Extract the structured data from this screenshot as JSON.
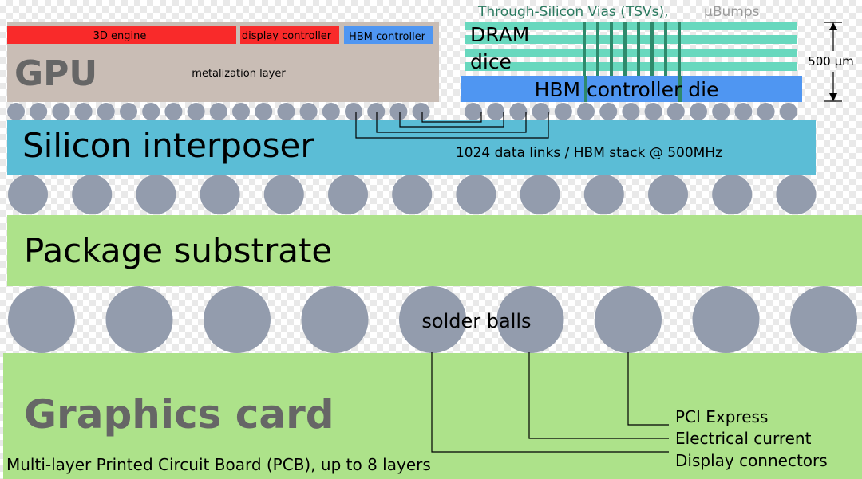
{
  "gpu": {
    "label": "GPU",
    "metal_label": "metalization layer",
    "units": [
      {
        "label": "3D engine",
        "color": "#f92a2a"
      },
      {
        "label": "display controller",
        "color": "#f92a2a"
      },
      {
        "label": "HBM controller",
        "color": "#4f96f2"
      }
    ]
  },
  "hbm": {
    "tsv_label": "Through-Silicon Vias (TSVs),",
    "ubumps_label": "µBumps",
    "dram_line1": "DRAM",
    "dram_line2": "dice",
    "controller_label": "HBM controller die",
    "height_label": "500 µm"
  },
  "interposer": {
    "label": "Silicon interposer",
    "links_label": "1024 data links / HBM stack @ 500MHz"
  },
  "package": {
    "label": "Package substrate"
  },
  "solder": {
    "label": "solder balls"
  },
  "card": {
    "label": "Graphics card",
    "pcb_label": "Multi-layer Printed Circuit Board (PCB), up to 8 layers",
    "connections": [
      "PCI Express",
      "Electrical current",
      "Display connectors"
    ]
  },
  "colors": {
    "gpu": "#c9bdb5",
    "hbm_layers": "#68d8be",
    "tsv": "#2e8a6c",
    "hbm_controller": "#4f96f2",
    "interposer": "#5bbdd6",
    "package": "#ade28a",
    "balls": "#939cad",
    "tsv_text": "#2b7a60",
    "ubumps_text": "#9a9a9a",
    "gpu_text": "#666666"
  }
}
